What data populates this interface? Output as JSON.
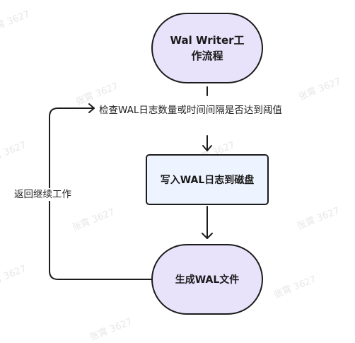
{
  "watermark": {
    "text": "张霄 3627"
  },
  "nodes": {
    "start": "Wal Writer工作流程",
    "write": "写入WAL日志到磁盘",
    "end": "生成WAL文件"
  },
  "labels": {
    "condition": "检查WAL日志数量或时间间隔是否达到阈值",
    "loop_back": "返回继续工作"
  },
  "colors": {
    "terminal_fill": "#e8e2fb",
    "process_fill": "#eef4ff",
    "stroke": "#1c1c1c",
    "watermark": "#e7e7e7"
  }
}
